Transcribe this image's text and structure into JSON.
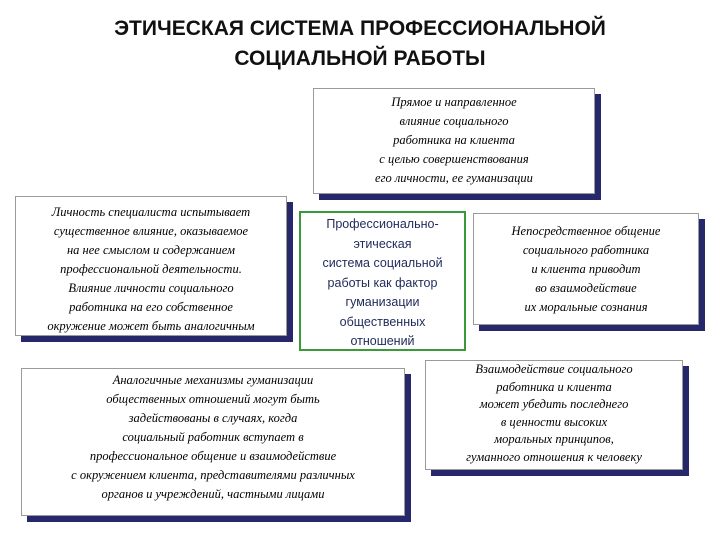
{
  "title": {
    "line1": "ЭТИЧЕСКАЯ СИСТЕМА ПРОФЕССИОНАЛЬНОЙ",
    "line2": "СОЦИАЛЬНОЙ РАБОТЫ"
  },
  "center": {
    "lines": [
      "Профессионально-",
      "этическая",
      "система социальной",
      "работы как фактор",
      "гуманизации",
      "общественных",
      "отношений"
    ]
  },
  "top_box": {
    "lines": [
      "Прямое и направленное",
      "влияние социального",
      "работника на клиента",
      "с целью совершенствования",
      "его личности, ее гуманизации"
    ]
  },
  "left_box": {
    "lines": [
      "Личность специалиста испытывает",
      "существенное влияние, оказываемое",
      "на нее смыслом и содержанием",
      "профессиональной деятельности.",
      "Влияние личности социального",
      "работника на его собственное",
      "окружение может быть аналогичным"
    ]
  },
  "right_box": {
    "lines": [
      "Непосредственное общение",
      "социального работника",
      "и клиента приводит",
      "во взаимодействие",
      "их моральные сознания"
    ]
  },
  "bottom_left_box": {
    "lines": [
      "Аналогичные механизмы гуманизации",
      "общественных отношений могут быть",
      "задействованы в случаях, когда",
      "социальный работник вступает в",
      "профессиональное общение и взаимодействие",
      "с окружением клиента, представителями различных",
      "органов и учреждений, частными лицами"
    ]
  },
  "bottom_right_box": {
    "lines": [
      "Взаимодействие социального",
      "работника и клиента",
      "может убедить последнего",
      "в ценности высоких",
      "моральных принципов,",
      "гуманного отношения к человеку"
    ]
  }
}
